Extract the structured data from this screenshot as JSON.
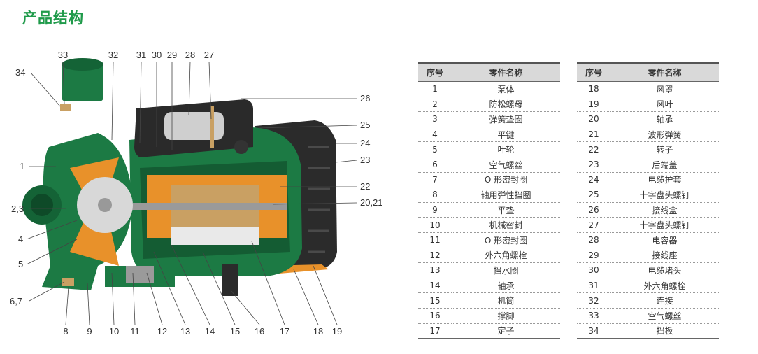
{
  "title": "产品结构",
  "colors": {
    "accent": "#1f9a4a",
    "pump_body": "#1c7a44",
    "header_bg": "#d9d9d9",
    "orange": "#e8912a"
  },
  "callouts": {
    "top": [
      "33",
      "32",
      "31",
      "30",
      "29",
      "28",
      "27"
    ],
    "left": [
      "34",
      "1",
      "2,3",
      "4",
      "5",
      "6,7"
    ],
    "right": [
      "26",
      "25",
      "24",
      "23",
      "22",
      "20,21"
    ],
    "bottom": [
      "8",
      "9",
      "10",
      "11",
      "12",
      "13",
      "14",
      "15",
      "16",
      "17",
      "18",
      "19"
    ]
  },
  "table": {
    "col_no": "序号",
    "col_name": "零件名称",
    "left_rows": [
      {
        "no": "1",
        "name": "泵体"
      },
      {
        "no": "2",
        "name": "防松螺母"
      },
      {
        "no": "3",
        "name": "弹簧垫圈"
      },
      {
        "no": "4",
        "name": "平键"
      },
      {
        "no": "5",
        "name": "叶轮"
      },
      {
        "no": "6",
        "name": "空气螺丝"
      },
      {
        "no": "7",
        "name": "O 形密封圈"
      },
      {
        "no": "8",
        "name": "轴用弹性挡圈"
      },
      {
        "no": "9",
        "name": "平垫"
      },
      {
        "no": "10",
        "name": "机械密封"
      },
      {
        "no": "11",
        "name": "O 形密封圈"
      },
      {
        "no": "12",
        "name": "外六角螺栓"
      },
      {
        "no": "13",
        "name": "挡水圈"
      },
      {
        "no": "14",
        "name": "轴承"
      },
      {
        "no": "15",
        "name": "机筒"
      },
      {
        "no": "16",
        "name": "撑脚"
      },
      {
        "no": "17",
        "name": "定子"
      }
    ],
    "right_rows": [
      {
        "no": "18",
        "name": "风罩"
      },
      {
        "no": "19",
        "name": "风叶"
      },
      {
        "no": "20",
        "name": "轴承"
      },
      {
        "no": "21",
        "name": "波形弹簧"
      },
      {
        "no": "22",
        "name": "转子"
      },
      {
        "no": "23",
        "name": "后端盖"
      },
      {
        "no": "24",
        "name": "电缆护套"
      },
      {
        "no": "25",
        "name": "十字盘头螺钉"
      },
      {
        "no": "26",
        "name": "接线盒"
      },
      {
        "no": "27",
        "name": "十字盘头螺钉"
      },
      {
        "no": "28",
        "name": "电容器"
      },
      {
        "no": "29",
        "name": "接线座"
      },
      {
        "no": "30",
        "name": "电缆堵头"
      },
      {
        "no": "31",
        "name": "外六角螺栓"
      },
      {
        "no": "32",
        "name": "连接"
      },
      {
        "no": "33",
        "name": "空气螺丝"
      },
      {
        "no": "34",
        "name": "挡板"
      }
    ]
  }
}
